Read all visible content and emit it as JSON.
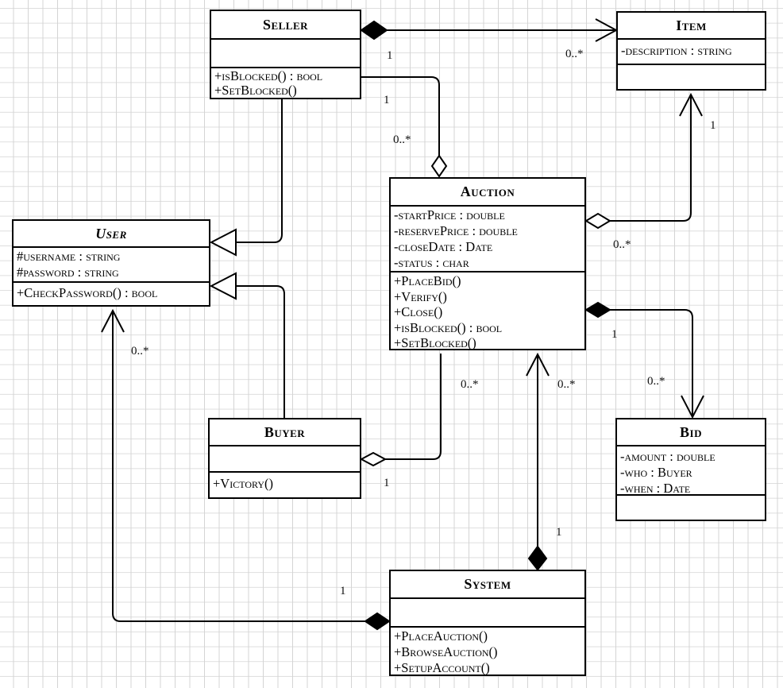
{
  "diagram": {
    "kind": "UML class diagram",
    "subject": "Auction system"
  },
  "colors": {
    "line": "#000000",
    "box_fill": "#ffffff",
    "grid": "#d8d8d8",
    "background": "#ffffff"
  },
  "classes": {
    "seller": {
      "name": "Seller",
      "attributes": [],
      "methods": [
        "+isBlocked() : bool",
        "+SetBlocked()"
      ]
    },
    "item": {
      "name": "Item",
      "attributes": [
        "-description : string"
      ],
      "methods": []
    },
    "user": {
      "name": "User",
      "abstract": true,
      "attributes": [
        "#username : string",
        "#password : string"
      ],
      "methods": [
        "+CheckPassword() : bool"
      ]
    },
    "auction": {
      "name": "Auction",
      "attributes": [
        "-startPrice : double",
        "-reservePrice : double",
        "-closeDate : Date",
        "-status : char"
      ],
      "methods": [
        "+PlaceBid()",
        "+Verify()",
        "+Close()",
        "+isBlocked() : bool",
        "+SetBlocked()"
      ]
    },
    "buyer": {
      "name": "Buyer",
      "attributes": [],
      "methods": [
        "+Victory()"
      ]
    },
    "bid": {
      "name": "Bid",
      "attributes": [
        "-amount : double",
        "-who : Buyer",
        "-when : Date"
      ],
      "methods": []
    },
    "system": {
      "name": "System",
      "attributes": [],
      "methods": [
        "+PlaceAuction()",
        "+BrowseAuction()",
        "+SetupAccount()"
      ]
    }
  },
  "relationships": [
    {
      "from": "Seller",
      "to": "Item",
      "type": "composition",
      "arrow": true,
      "from_mult": "1",
      "to_mult": "0..*"
    },
    {
      "from": "Seller",
      "to": "Auction",
      "type": "aggregation",
      "arrow": false,
      "from_mult": "1",
      "to_mult": "0..*"
    },
    {
      "from": "Auction",
      "to": "Item",
      "type": "aggregation",
      "arrow": true,
      "from_mult": "0..*",
      "to_mult": "1"
    },
    {
      "from": "Auction",
      "to": "Bid",
      "type": "composition",
      "arrow": true,
      "from_mult": "1",
      "to_mult": "0..*"
    },
    {
      "from": "Seller",
      "to": "User",
      "type": "generalization"
    },
    {
      "from": "Buyer",
      "to": "User",
      "type": "generalization"
    },
    {
      "from": "Buyer",
      "to": "Auction",
      "type": "aggregation",
      "arrow": false,
      "from_mult": "1",
      "to_mult": "0..*"
    },
    {
      "from": "System",
      "to": "Auction",
      "type": "composition",
      "arrow": true,
      "from_mult": "1",
      "to_mult": "0..*"
    },
    {
      "from": "System",
      "to": "User",
      "type": "composition",
      "arrow": true,
      "from_mult": "1",
      "to_mult": "0..*"
    }
  ]
}
